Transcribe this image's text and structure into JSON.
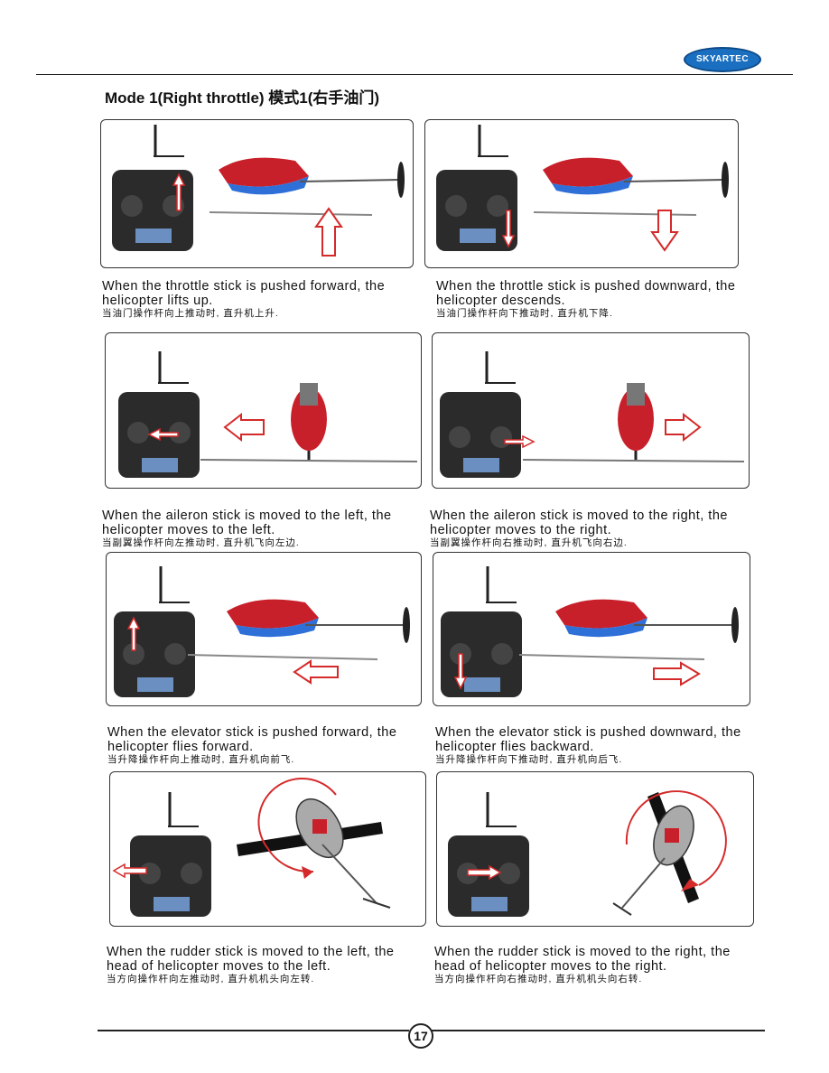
{
  "header": {
    "logo_text": "SKYARTEC",
    "title": "Mode 1(Right throttle)  模式1(右手油门)"
  },
  "panels": [
    {
      "en1": "When the throttle stick is pushed forward, the",
      "en2": "helicopter lifts up.",
      "cn": "当油门操作杆向上推动时, 直升机上升."
    },
    {
      "en1": "When the throttle stick is pushed downward, the",
      "en2": "helicopter descends.",
      "cn": "当油门操作杆向下推动时, 直升机下降."
    },
    {
      "en1": "When the aileron stick is moved to the left, the",
      "en2": "helicopter moves to the left.",
      "cn": "当副翼操作杆向左推动时, 直升机飞向左边."
    },
    {
      "en1": "When the aileron stick is moved to the right, the",
      "en2": "helicopter moves to the right.",
      "cn": "当副翼操作杆向右推动时, 直升机飞向右边."
    },
    {
      "en1": "When the elevator stick is pushed forward, the",
      "en2": "helicopter flies forward.",
      "cn": "当升降操作杆向上推动时, 直升机向前飞."
    },
    {
      "en1": "When the elevator stick is pushed downward, the",
      "en2": "helicopter flies backward.",
      "cn": "当升降操作杆向下推动时, 直升机向后飞."
    },
    {
      "en1": "When the rudder stick is moved to the left, the",
      "en2": "head of helicopter moves to the left.",
      "cn": "当方向操作杆向左推动时, 直升机机头向左转."
    },
    {
      "en1": "When the rudder stick is moved to the right, the",
      "en2": "head of helicopter moves to the right.",
      "cn": "当方向操作杆向右推动时, 直升机机头向右转."
    }
  ],
  "footer": {
    "page_number": "17"
  },
  "colors": {
    "arrow": "#d42a2a",
    "transmitter": "#2b2b2b",
    "heli_blue": "#2e6fd8",
    "heli_red": "#c8202a"
  }
}
